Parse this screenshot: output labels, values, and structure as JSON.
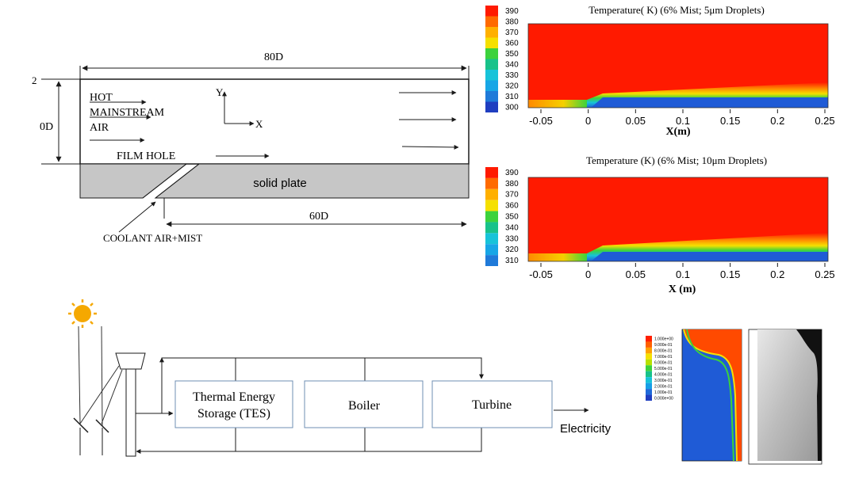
{
  "colors": {
    "hot": "#ff1a00",
    "cold": "#1f5bd6",
    "plate": "#c6c6c6",
    "box_stroke": "#6f8fb3",
    "line": "#2b2b2b",
    "sun": "#f5a800"
  },
  "film_cooling": {
    "dim_top": "80D",
    "dim_bottom": "60D",
    "left_top_tick": "2",
    "left_mid_label": "0D",
    "hot_label_1": "HOT",
    "hot_label_2": "MAINSTREAM",
    "hot_label_3": "AIR",
    "axis_y": "Y",
    "axis_x": "X",
    "film_hole_label": "FILM HOLE",
    "plate_label": "solid plate",
    "coolant_label": "COOLANT AIR+MIST"
  },
  "contour_plots": [
    {
      "title": "Temperature( K) (6% Mist; 5μm Droplets)",
      "legend": [
        "390",
        "380",
        "370",
        "360",
        "350",
        "340",
        "330",
        "320",
        "310",
        "300"
      ],
      "x_ticks": [
        "-0.05",
        "0",
        "0.05",
        "0.1",
        "0.15",
        "0.2",
        "0.25"
      ],
      "xlabel": "X(m)"
    },
    {
      "title": "Temperature (K) (6% Mist; 10μm Droplets)",
      "legend": [
        "390",
        "380",
        "370",
        "360",
        "350",
        "340",
        "330",
        "320",
        "310"
      ],
      "x_ticks": [
        "-0.05",
        "0",
        "0.05",
        "0.1",
        "0.15",
        "0.2",
        "0.25"
      ],
      "xlabel": "X (m)"
    }
  ],
  "solar_system": {
    "box_tes_line1": "Thermal Energy",
    "box_tes_line2": "Storage (TES)",
    "box_boiler": "Boiler",
    "box_turbine": "Turbine",
    "output_label": "Electricity",
    "sun_icon": "sun-icon"
  },
  "bottom_right": {
    "legend_values": [
      "1.000e+00",
      "9.000e-01",
      "8.000e-01",
      "7.000e-01",
      "6.000e-01",
      "5.000e-01",
      "4.000e-01",
      "3.000e-01",
      "2.000e-01",
      "1.000e-01",
      "0.000e+00"
    ]
  }
}
